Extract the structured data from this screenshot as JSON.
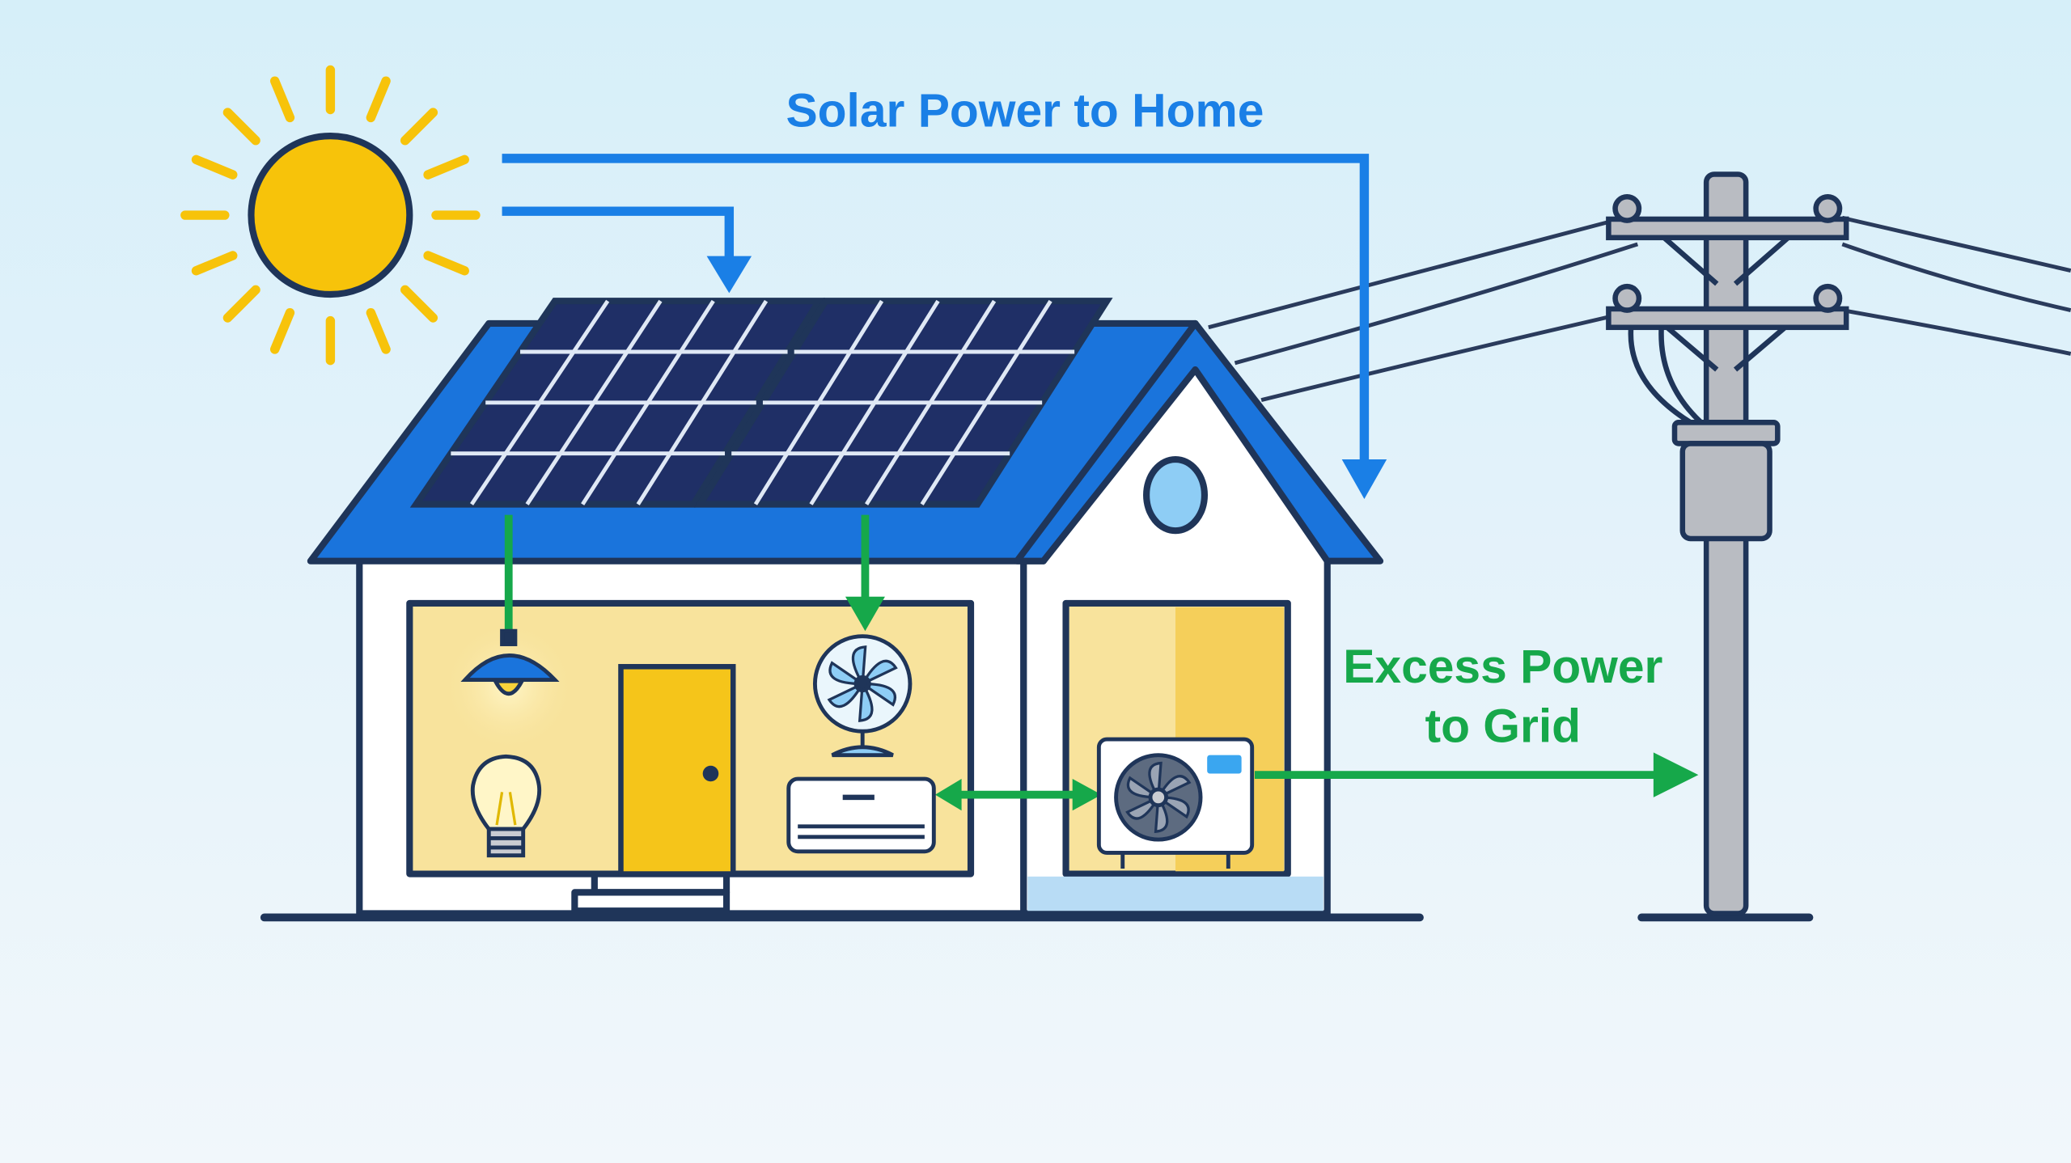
{
  "labels": {
    "solar_to_home": "Solar Power to Home",
    "excess_line1": "Excess Power",
    "excess_line2": "to Grid"
  },
  "colors": {
    "blue_flow": "#1a7fe6",
    "green_flow": "#16a84a",
    "sun": "#f7c30a",
    "outline": "#1f3559",
    "roof": "#1a74dc",
    "panel": "#1f2f66",
    "interior": "#f8e39c",
    "door": "#f5c51a",
    "pole": "#b9bcc2"
  },
  "icons": [
    "sun-icon",
    "solar-panel-icon",
    "ceiling-lamp-icon",
    "light-bulb-icon",
    "fan-icon",
    "air-conditioner-indoor-icon",
    "air-conditioner-outdoor-icon",
    "utility-pole-icon",
    "transformer-icon"
  ]
}
